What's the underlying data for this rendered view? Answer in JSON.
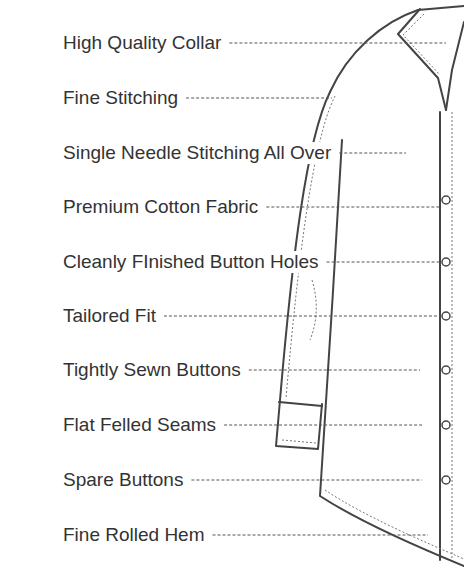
{
  "diagram": {
    "labels": [
      "High Quality Collar",
      "Fine Stitching",
      "Single Needle Stitching All Over",
      "Premium Cotton Fabric",
      "Cleanly FInished Button Holes",
      "Tailored Fit",
      "Tightly Sewn Buttons",
      "Flat Felled Seams",
      "Spare Buttons",
      "Fine Rolled Hem"
    ]
  }
}
